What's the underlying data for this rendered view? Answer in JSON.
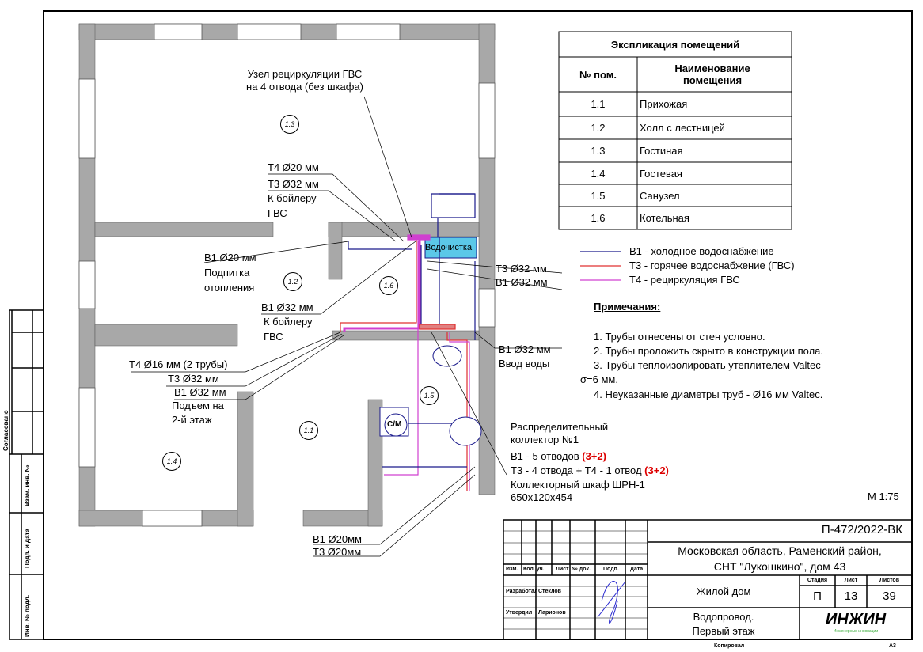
{
  "plan": {
    "rooms": [
      "1.1",
      "1.2",
      "1.3",
      "1.4",
      "1.5",
      "1.6"
    ],
    "labels": {
      "recirc_node": [
        "Узел рециркуляции ГВС",
        "на 4 отвода (без шкафа)"
      ],
      "t4_20": "Т4 Ø20 мм",
      "t3_32_a": "Т3 Ø32 мм",
      "to_boiler_a": [
        "К бойлеру",
        "ГВС"
      ],
      "b1_20": "В1 Ø20 мм",
      "heating_feed": [
        "Подпитка",
        "отопления"
      ],
      "b1_32_a": "В1 Ø32 мм",
      "to_boiler_b": [
        "К бойлеру",
        "ГВС"
      ],
      "t4_16": "Т4 Ø16 мм (2 трубы)",
      "t3_32_b": "Т3 Ø32 мм",
      "b1_32_b": "В1 Ø32 мм",
      "rise": [
        "Подъем на",
        "2-й этаж"
      ],
      "t3_32_c": "Т3 Ø32 мм",
      "b1_32_c": "В1 Ø32 мм",
      "b1_32_d": "В1 Ø32 мм",
      "water_input": "Ввод воды",
      "water_treatment": "Водочистка",
      "washer": "С/М",
      "collector": [
        "Распределительный",
        "коллектор №1"
      ],
      "collector_b1": "В1 - 5 отводов ",
      "collector_b1_red": "(3+2)",
      "collector_t3": "Т3 - 4 отвода + Т4 - 1 отвод ",
      "collector_t3_red": "(3+2)",
      "cabinet": [
        "Коллекторный шкаф ШРН-1",
        "650х120х454"
      ],
      "b1_20b": "В1 Ø20мм",
      "t3_20": "Т3 Ø20мм"
    }
  },
  "explication": {
    "title": "Экспликация помещений",
    "col_num": "№ пом.",
    "col_name": "Наименование помещения",
    "rows": [
      {
        "num": "1.1",
        "name": "Прихожая"
      },
      {
        "num": "1.2",
        "name": "Холл с лестницей"
      },
      {
        "num": "1.3",
        "name": "Гостиная"
      },
      {
        "num": "1.4",
        "name": "Гостевая"
      },
      {
        "num": "1.5",
        "name": "Санузел"
      },
      {
        "num": "1.6",
        "name": "Котельная"
      }
    ]
  },
  "legend": [
    {
      "label": "В1 - холодное водоснабжение",
      "color": "#1a1a8c"
    },
    {
      "label": "Т3 - горячее водоснабжение (ГВС)",
      "color": "#e03030"
    },
    {
      "label": "Т4 - рециркуляция ГВС",
      "color": "#d040d0"
    }
  ],
  "notes": {
    "title": "Примечания:",
    "items": [
      "1.    Трубы отнесены от стен условно.",
      "2.    Трубы проложить скрыто в конструкции пола.",
      "3.    Трубы теплоизолировать утеплителем Valtec",
      "σ=6 мм.",
      "4.    Неуказанные диаметры труб - Ø16 мм Valtec."
    ]
  },
  "scale": "М 1:75",
  "stamp": {
    "code": "П-472/2022-ВК",
    "address": [
      "Московская область, Раменский район,",
      "СНТ \"Лукошкино\", дом 43"
    ],
    "object": "Жилой дом",
    "sheet_title": [
      "Водопровод.",
      "Первый этаж"
    ],
    "headers": [
      "Изм.",
      "Кол. уч.",
      "Лист",
      "№ док.",
      "Подп.",
      "Дата"
    ],
    "stage_header": "Стадия",
    "sheet_header": "Лист",
    "sheets_header": "Листов",
    "stage": "П",
    "sheet": "13",
    "sheets": "39",
    "developed_label": "Разработал",
    "developed_name": "Стеклов",
    "approved_label": "Утвердил",
    "approved_name": "Ларионов",
    "logo": "ИНЖИН",
    "logo_sub": "Инженерные инновации",
    "copied": "Копировал",
    "format": "А3"
  },
  "side_stamp": [
    "Согласовано",
    "Взам. инв. №",
    "Подп. и дата",
    "Инв. № подл."
  ]
}
